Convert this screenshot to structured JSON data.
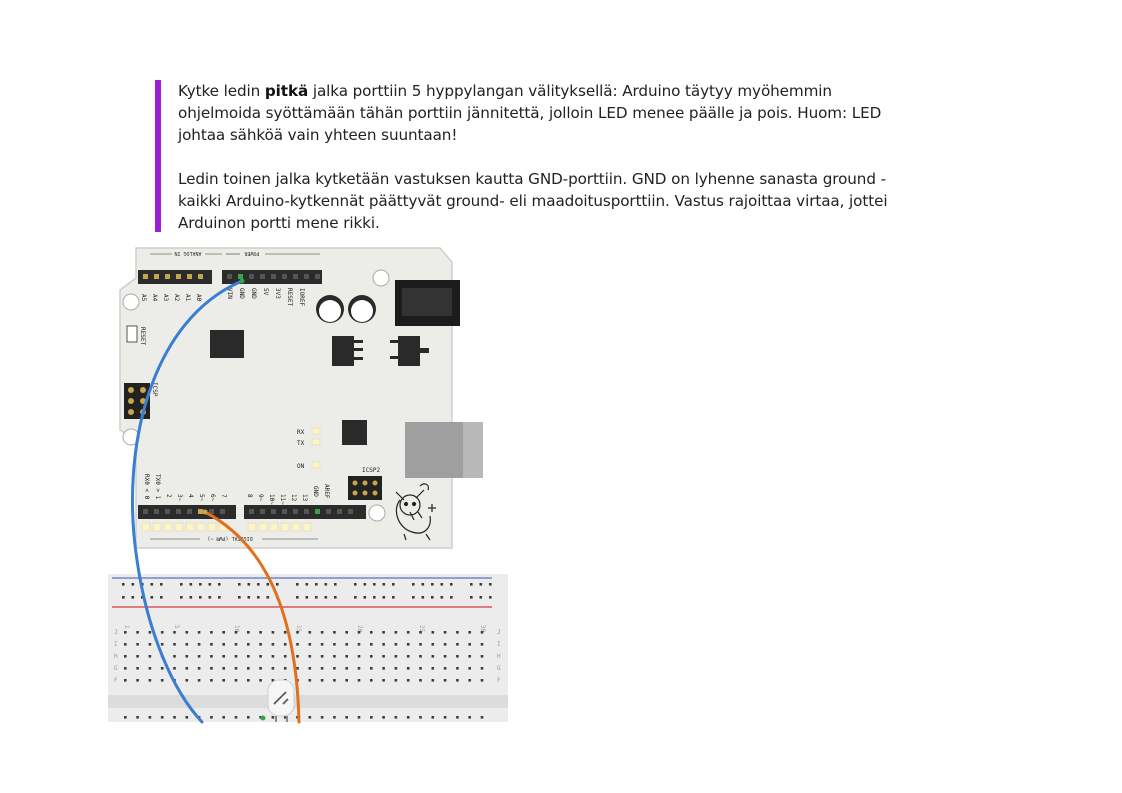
{
  "instructions": {
    "p1_before": "Kytke ledin ",
    "p1_bold": "pitkä",
    "p1_after": " jalka porttiin 5 hyppylangan välityksellä: Arduino täytyy myöhemmin ohjelmoida syöttämään tähän porttiin jännitettä, jolloin LED menee päälle ja pois. Huom: LED johtaa sähköä vain yhteen suuntaan!",
    "p2": "Ledin toinen jalka kytketään vastuksen kautta GND-porttiin. GND on lyhenne sanasta ground - kaikki Arduino-kytkennät päättyvät ground- eli maadoitusporttiin. Vastus rajoittaa virtaa, jottei Arduinon portti mene rikki."
  },
  "board": {
    "analog_header": "ANALOG IN",
    "power_header": "POWER",
    "analog_pins": [
      "A5",
      "A4",
      "A3",
      "A2",
      "A1",
      "A0"
    ],
    "power_pins": [
      "VIN",
      "GND",
      "GND",
      "5V",
      "3V3",
      "RESET",
      "IOREF"
    ],
    "reset_label": "RESET",
    "icsp_label": "ICSP",
    "icsp2_label": "ICSP2",
    "led_labels": [
      "RX",
      "TX",
      "ON"
    ],
    "digital_pins_left": [
      "RX0 < 0",
      "TX0 > 1",
      "2",
      "3~",
      "4",
      "5~",
      "6~",
      "7"
    ],
    "digital_pins_right": [
      "8",
      "9~",
      "10~",
      "11~",
      "12",
      "13",
      "GND",
      "AREF"
    ],
    "digital_footer": "DIGITAL (PWM ~)"
  },
  "breadboard": {
    "column_numbers": [
      "1",
      "5",
      "10",
      "15",
      "20",
      "25",
      "30"
    ],
    "row_letters": [
      "J",
      "I",
      "H",
      "G",
      "F"
    ]
  },
  "colors": {
    "accent_bar": "#9b1fd6",
    "wire_gnd": "#3a7dd1",
    "wire_signal": "#e0701c",
    "board": "#ecece9"
  }
}
